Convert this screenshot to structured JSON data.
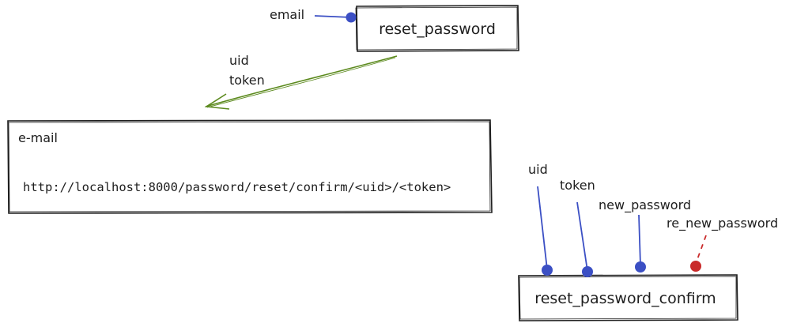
{
  "colors": {
    "ink": "#1e1e1e",
    "input_blue": "#3b4fc4",
    "optional_red": "#c92a2a",
    "arrow_green": "#5c8a1e"
  },
  "reset_password": {
    "title": "reset_password",
    "input_label": "email"
  },
  "flow_labels": {
    "uid": "uid",
    "token": "token"
  },
  "email_box": {
    "title": "e-mail",
    "url": "http://localhost:8000/password/reset/confirm/<uid>/<token>"
  },
  "reset_password_confirm": {
    "title": "reset_password_confirm",
    "inputs": [
      {
        "label": "uid",
        "required": true
      },
      {
        "label": "token",
        "required": true
      },
      {
        "label": "new_password",
        "required": true
      },
      {
        "label": "re_new_password",
        "required": false
      }
    ]
  }
}
